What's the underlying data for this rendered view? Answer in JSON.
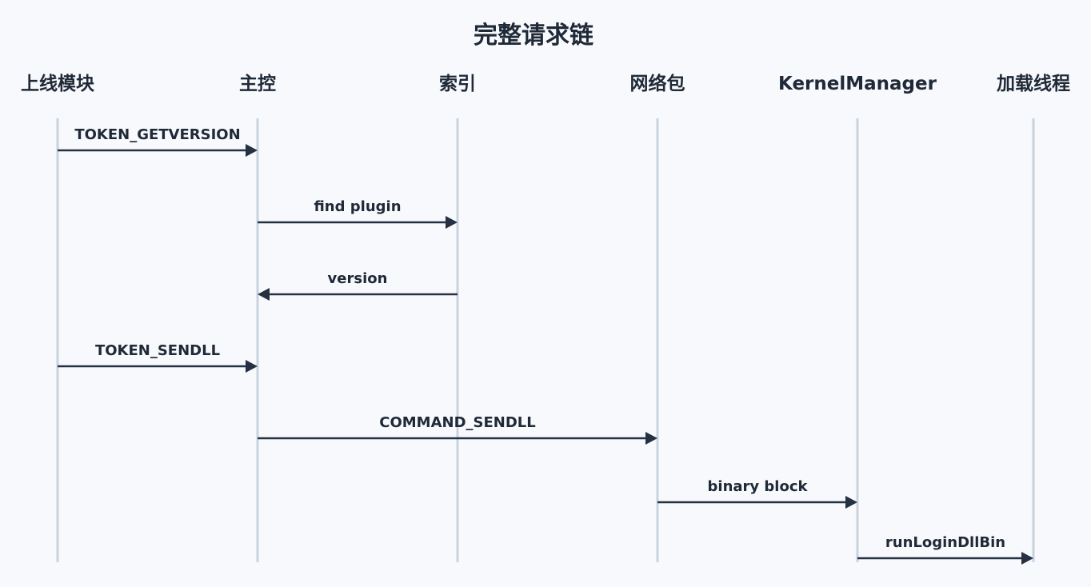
{
  "title": "完整请求链",
  "participants": [
    {
      "id": "online_module",
      "label": "上线模块"
    },
    {
      "id": "master",
      "label": "主控"
    },
    {
      "id": "index",
      "label": "索引"
    },
    {
      "id": "net_packet",
      "label": "网络包"
    },
    {
      "id": "kernel_manager",
      "label": "KernelManager"
    },
    {
      "id": "loader_thread",
      "label": "加载线程"
    }
  ],
  "messages": [
    {
      "from": "online_module",
      "to": "master",
      "label": "TOKEN_GETVERSION"
    },
    {
      "from": "master",
      "to": "index",
      "label": "find plugin"
    },
    {
      "from": "index",
      "to": "master",
      "label": "version"
    },
    {
      "from": "online_module",
      "to": "master",
      "label": "TOKEN_SENDLL"
    },
    {
      "from": "master",
      "to": "net_packet",
      "label": "COMMAND_SENDLL"
    },
    {
      "from": "net_packet",
      "to": "kernel_manager",
      "label": "binary block"
    },
    {
      "from": "kernel_manager",
      "to": "loader_thread",
      "label": "runLoginDllBin"
    }
  ],
  "colors": {
    "background": "#f7f9fc",
    "text": "#1f2937",
    "lifeline": "#c8d3e0",
    "arrow": "#253142"
  }
}
